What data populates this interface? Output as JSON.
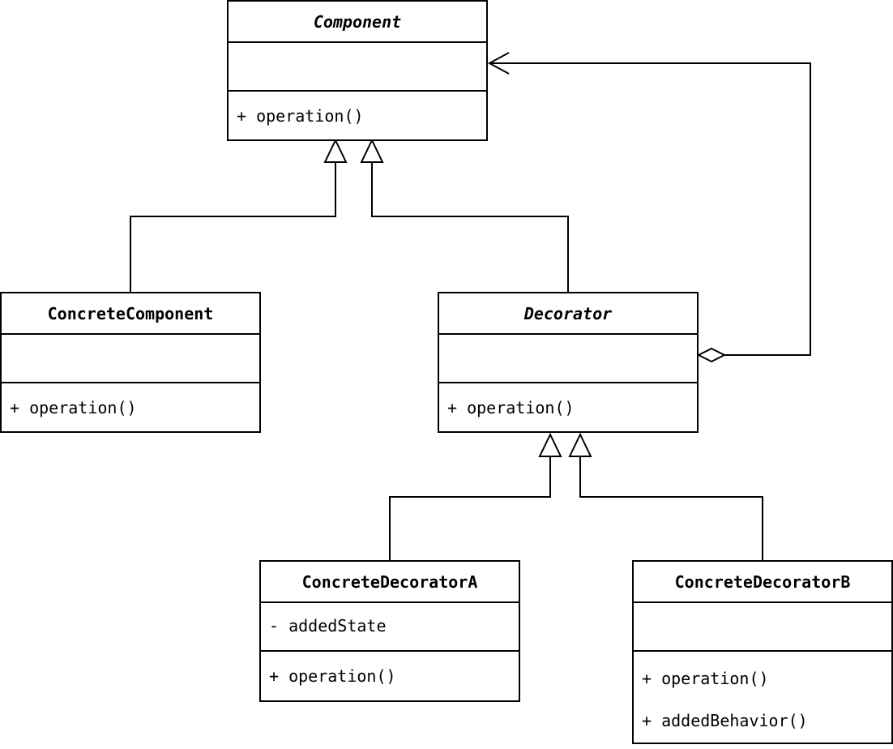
{
  "diagram": {
    "classes": [
      {
        "id": "component",
        "name": "Component",
        "abstract": true,
        "attributes": [],
        "operations": [
          "+ operation()"
        ]
      },
      {
        "id": "concrete-component",
        "name": "ConcreteComponent",
        "abstract": false,
        "attributes": [],
        "operations": [
          "+ operation()"
        ]
      },
      {
        "id": "decorator",
        "name": "Decorator",
        "abstract": true,
        "attributes": [],
        "operations": [
          "+ operation()"
        ]
      },
      {
        "id": "concrete-decorator-a",
        "name": "ConcreteDecoratorA",
        "abstract": false,
        "attributes": [
          "- addedState"
        ],
        "operations": [
          "+ operation()"
        ]
      },
      {
        "id": "concrete-decorator-b",
        "name": "ConcreteDecoratorB",
        "abstract": false,
        "attributes": [],
        "operations": [
          "+ operation()",
          "+ addedBehavior()"
        ]
      }
    ],
    "relations": [
      {
        "type": "generalization",
        "from": "concrete-component",
        "to": "component"
      },
      {
        "type": "generalization",
        "from": "decorator",
        "to": "component"
      },
      {
        "type": "generalization",
        "from": "concrete-decorator-a",
        "to": "decorator"
      },
      {
        "type": "generalization",
        "from": "concrete-decorator-b",
        "to": "decorator"
      },
      {
        "type": "aggregation",
        "from": "decorator",
        "to": "component"
      }
    ]
  }
}
